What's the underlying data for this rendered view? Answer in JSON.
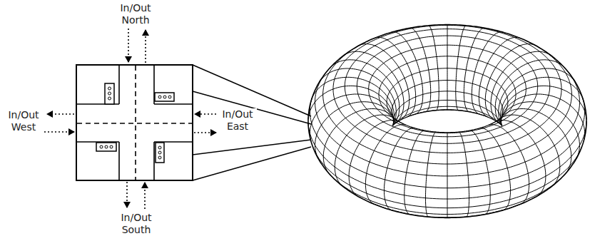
{
  "diagram": {
    "labels": [
      "In/Out North",
      "In/Out West",
      "In/Out East",
      "In/Out South"
    ]
  }
}
